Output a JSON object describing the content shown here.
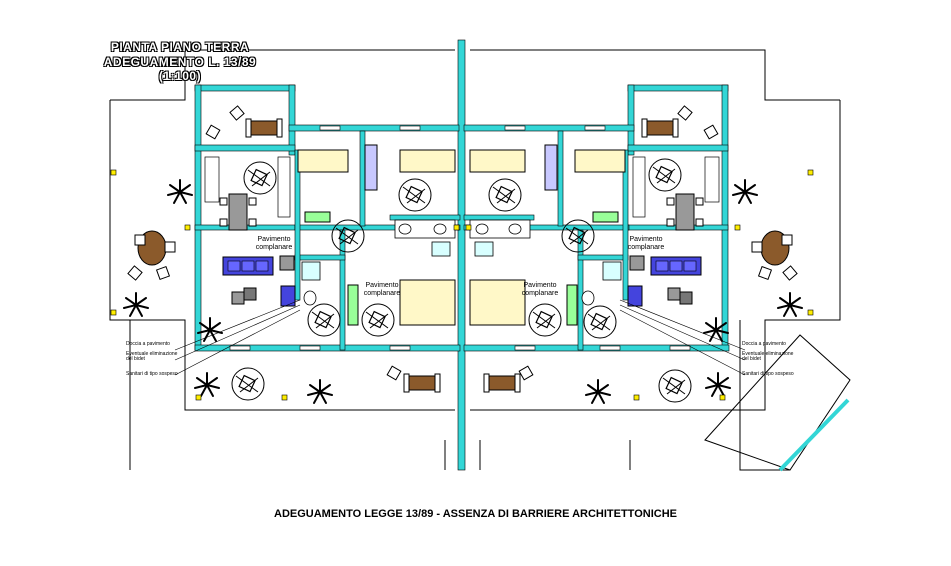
{
  "title": {
    "line1": "PIANTA PIANO TERRA",
    "line2": "ADEGUAMENTO L. 13/89",
    "line3": "(1:100)"
  },
  "caption": "ADEGUAMENTO LEGGE 13/89 - ASSENZA DI BARRIERE ARCHITETTONICHE",
  "labels": {
    "floor_left": "Pavimento\ncomplanare",
    "floor_center_left": "Pavimento\ncomplanare",
    "floor_center_right": "Pavimento\ncomplanare",
    "floor_right": "Pavimento\ncomplanare"
  },
  "notes": {
    "shower": "Doccia a pavimento",
    "bidet": "Eventuale eliminazione del bidet",
    "fixtures": "Sanitari di tipo sospeso"
  },
  "colors": {
    "wall": "#33d6d6",
    "sofa": "#4444dd",
    "bed": "#fff8c8",
    "cabinet": "#99ff99",
    "bath": "#c8c8ff",
    "wood": "#8b5a2b",
    "grey": "#999999"
  }
}
